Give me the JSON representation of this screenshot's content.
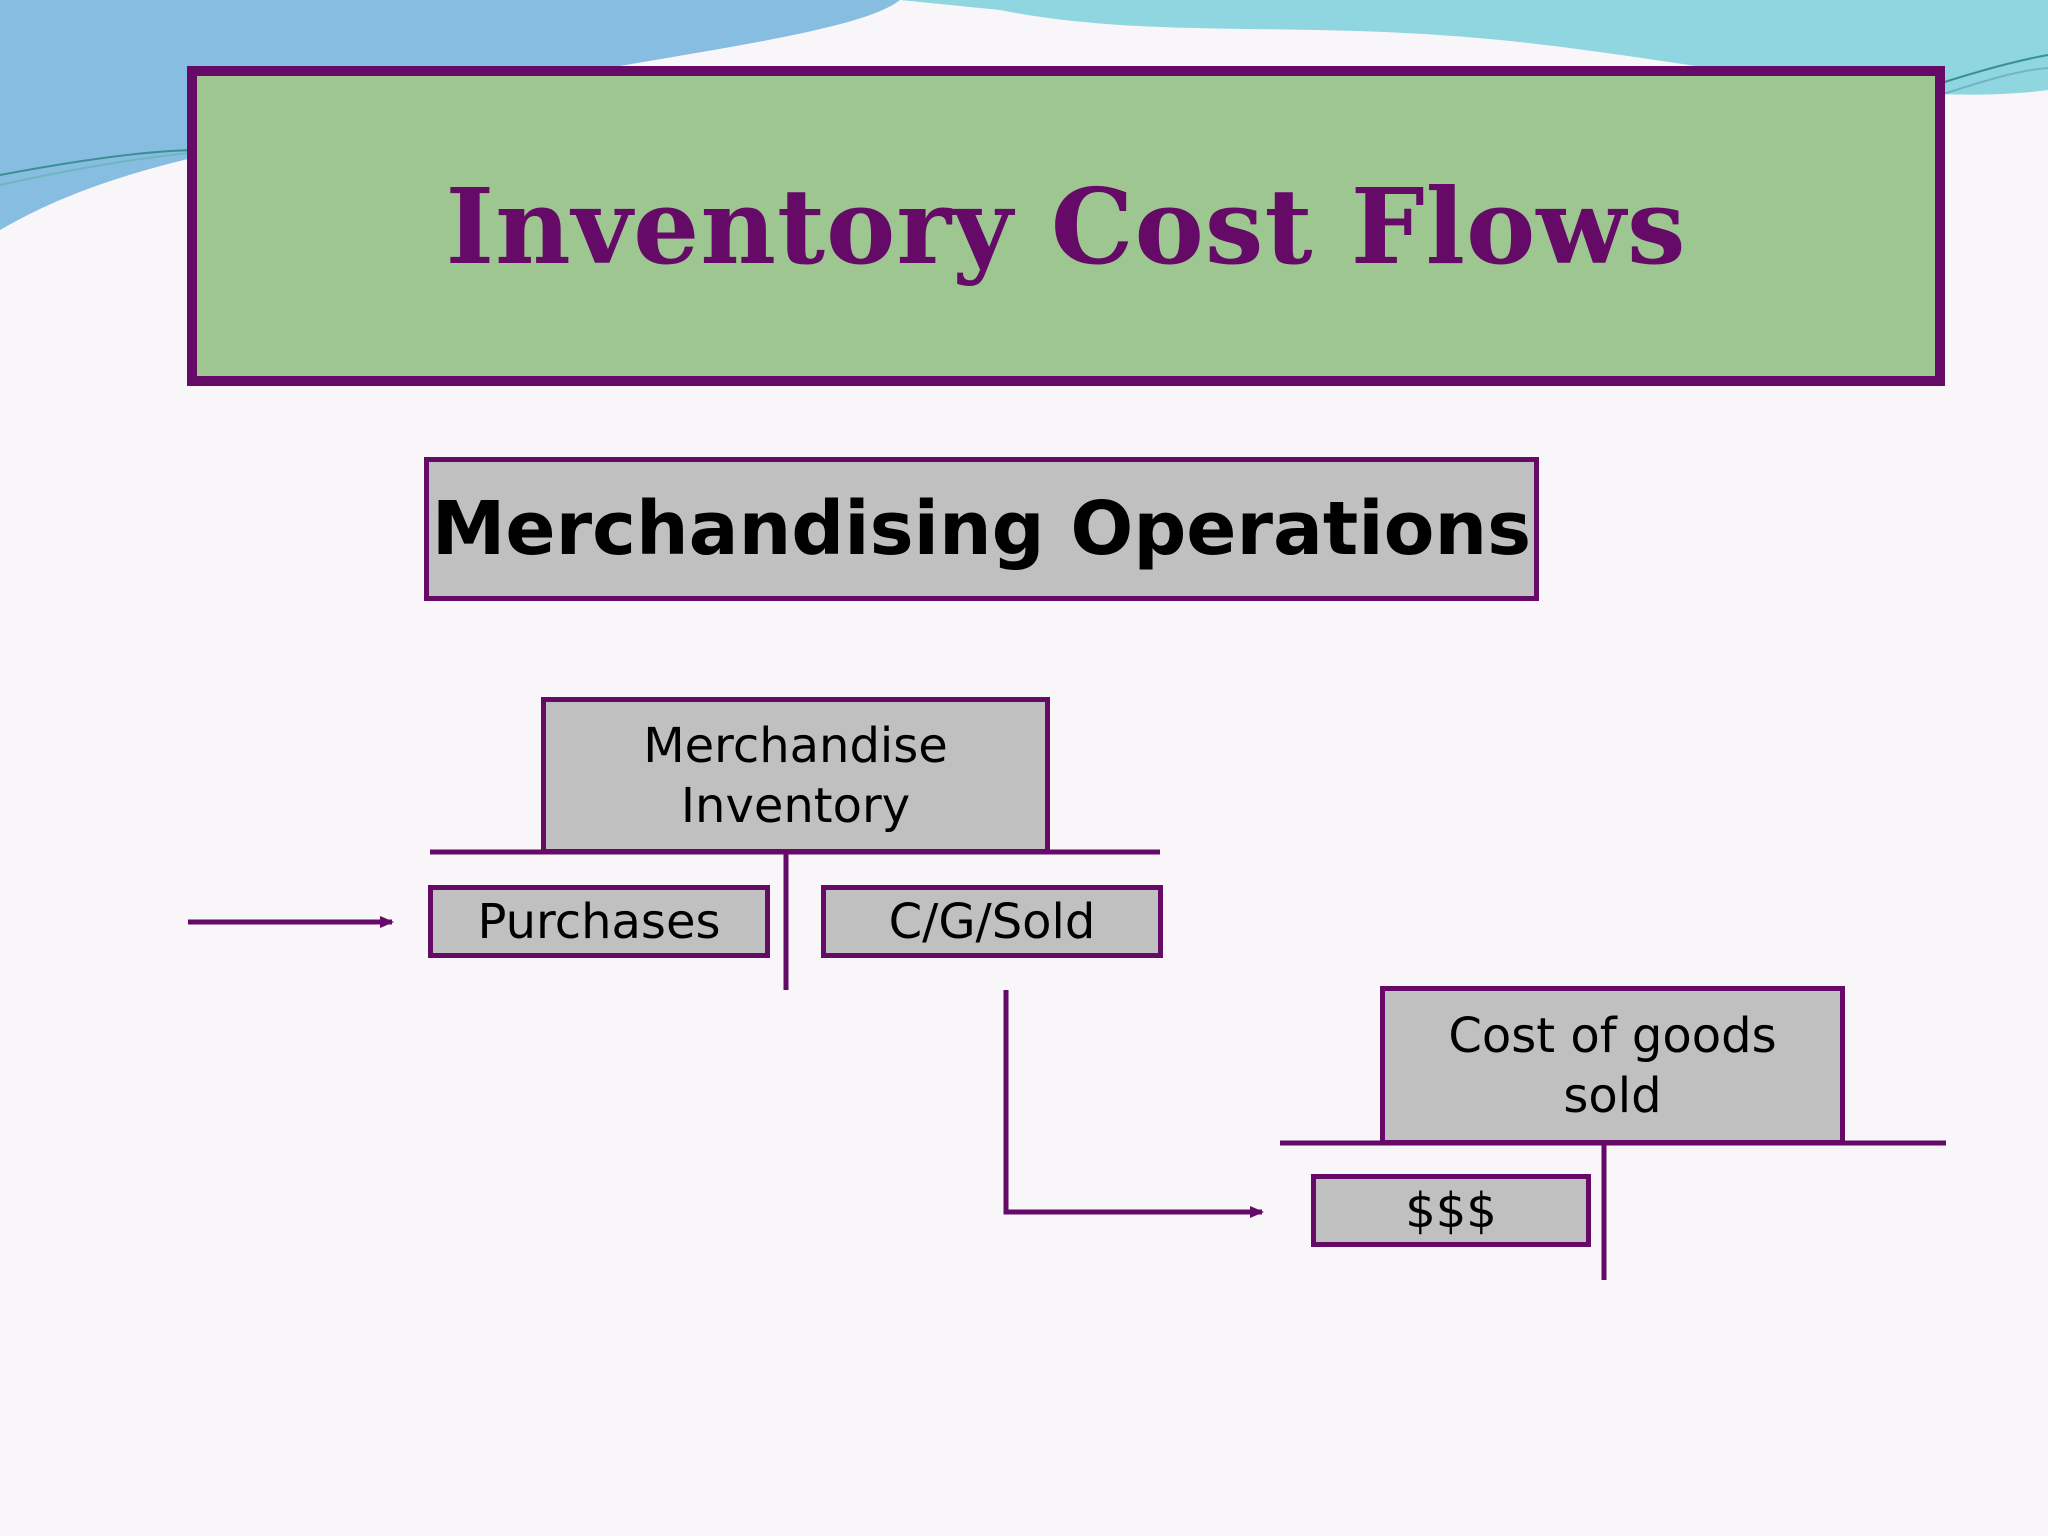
{
  "title": "Inventory Cost Flows",
  "subtitle": "Merchandising Operations",
  "accounts": {
    "merchandise_inventory": {
      "name_line1": "Merchandise",
      "name_line2": "Inventory",
      "debit_entry": "Purchases",
      "credit_entry": "C/G/Sold"
    },
    "cost_of_goods_sold": {
      "name_line1": "Cost of goods",
      "name_line2": "sold",
      "debit_entry": "$$$"
    }
  },
  "colors": {
    "accent": "#650a67",
    "title_background": "#9dc690",
    "box_fill": "#c1c0c1",
    "background": "#f8f6f8"
  }
}
